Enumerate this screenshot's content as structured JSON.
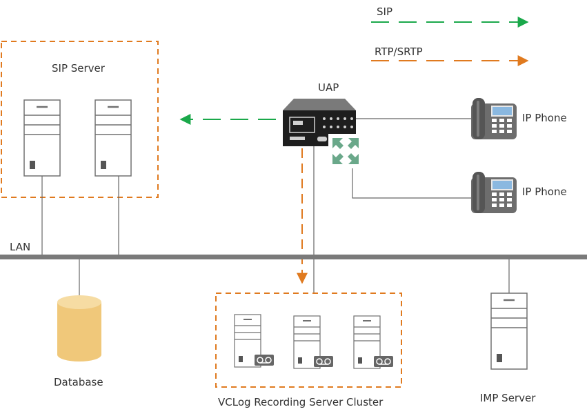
{
  "legend": {
    "sip_label": "SIP",
    "rtp_label": "RTP/SRTP"
  },
  "nodes": {
    "sip_server": "SIP Server",
    "uap": "UAP",
    "ip_phone_1": "IP Phone",
    "ip_phone_2": "IP Phone",
    "lan": "LAN",
    "database": "Database",
    "recording_cluster": "VCLog Recording Server Cluster",
    "imp_server": "IMP Server"
  },
  "colors": {
    "sip": "#1aa84a",
    "rtp": "#e07a1f",
    "cluster_border": "#e07a1f",
    "lan": "#7a7a7a",
    "database": "#f0c87a",
    "switch_icon": "#6aa88a"
  },
  "icons": [
    "server-icon",
    "recording-server-icon",
    "database-icon",
    "ip-phone-icon",
    "uap-gateway-icon",
    "switch-icon"
  ]
}
